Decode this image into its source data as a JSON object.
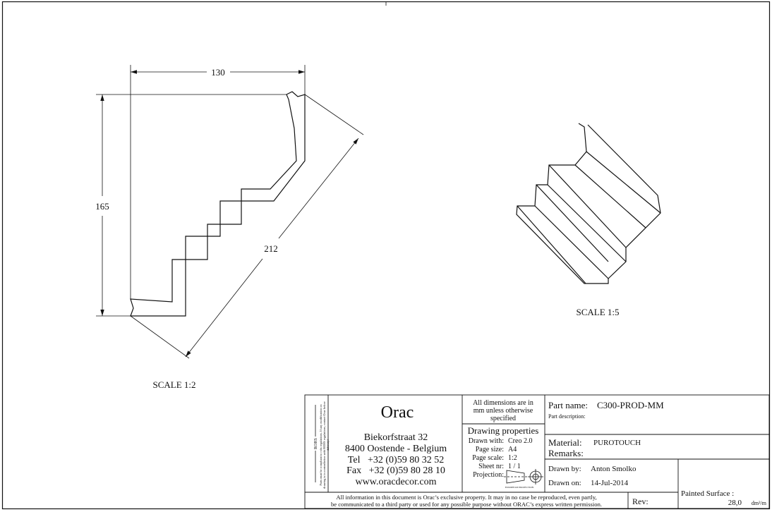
{
  "views": {
    "section": {
      "scale_label": "SCALE  1:2",
      "dim_width": "130",
      "dim_height": "165",
      "dim_diagonal": "212"
    },
    "isometric": {
      "scale_label": "SCALE  1:5"
    }
  },
  "title_block": {
    "side_note": "Parts must be compliant to rohs regulations. If any modification on drawing is in contradiction with ROHS regulations, contact Orac before delivery!",
    "rohs_label": "ROHS",
    "company": {
      "name": "Orac",
      "address_line1": "Biekorfstraat 32",
      "address_line2": "8400 Oostende - Belgium",
      "tel": "Tel   +32 (0)59 80 32 52",
      "fax": "Fax   +32 (0)59 80 28 10",
      "website": "www.oracdecor.com"
    },
    "dims_note": [
      "All dimensions are in",
      "mm unless otherwise",
      "specified"
    ],
    "drawing_properties": {
      "heading": "Drawing properties",
      "rows": [
        {
          "label": "Drawn with:",
          "value": "Creo 2.0"
        },
        {
          "label": "Page size:",
          "value": "A4"
        },
        {
          "label": "Page scale:",
          "value": "1:2"
        },
        {
          "label": "Sheet nr:",
          "value": "1 / 1"
        }
      ],
      "projection_label": "Projection:",
      "projection_caption": "EUROPEAN PROJECTION"
    },
    "part_name_label": "Part name:",
    "part_name": "C300-PROD-MM",
    "part_description_label": "Part description:",
    "material_label": "Material:",
    "material": "PUROTOUCH",
    "remarks_label": "Remarks:",
    "drawn_by_label": "Drawn by:",
    "drawn_by": "Anton Smolko",
    "drawn_on_label": "Drawn on:",
    "drawn_on": "14-Jul-2014",
    "painted_surface_label": "Painted Surface :",
    "painted_surface_value": "28,0",
    "painted_surface_unit": "dm²/m",
    "rev_label": "Rev:",
    "copyright_line1": "All information in this document is Orac’s exclusive property.  It may in no case be reproduced, even partly,",
    "copyright_line2": "be communicated to a third party or used for any possible purpose without ORAC’s express written permission."
  }
}
